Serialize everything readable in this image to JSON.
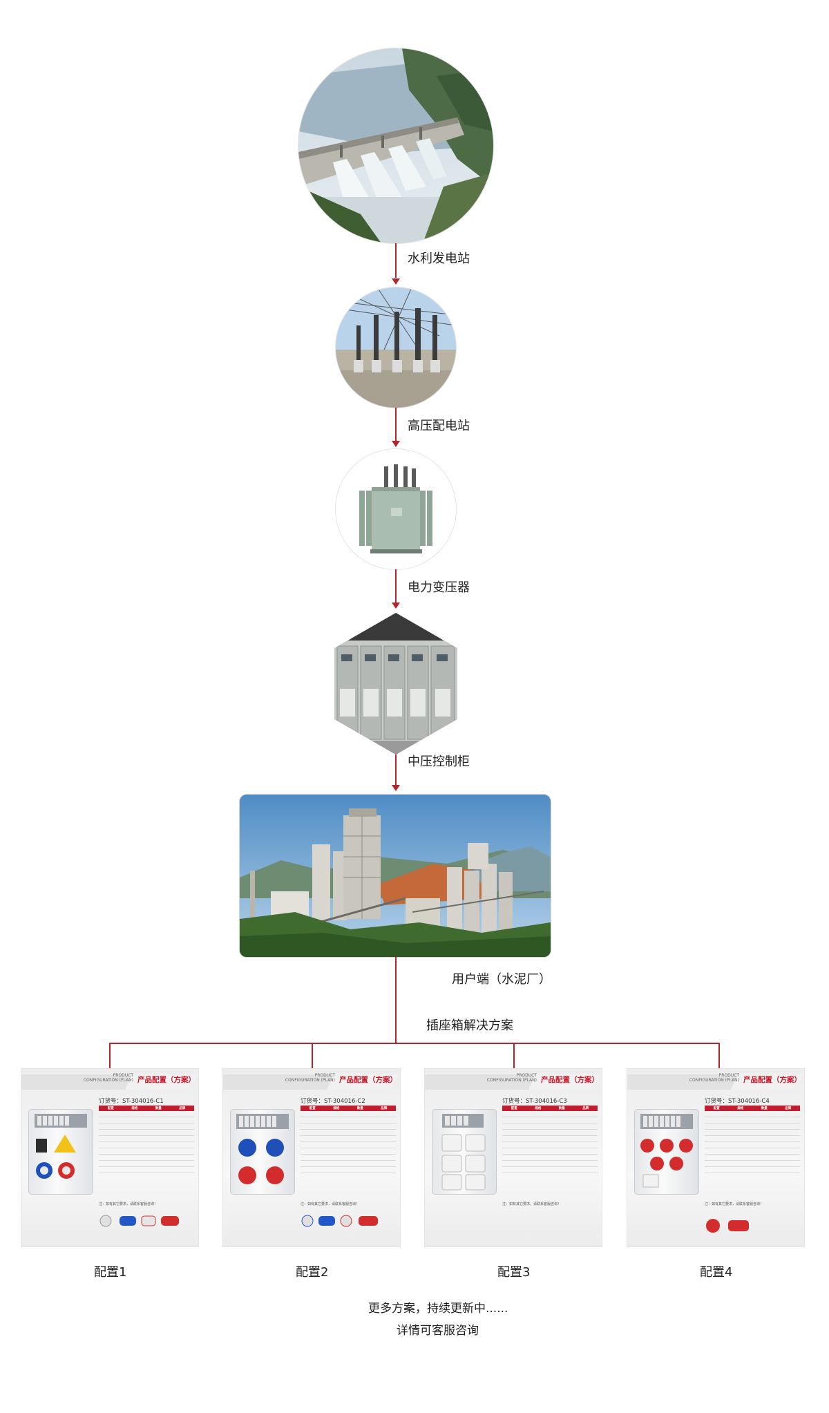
{
  "flow": {
    "stage1": "水利发电站",
    "stage2": "高压配电站",
    "stage3": "电力变压器",
    "stage4": "中压控制柜",
    "stage5": "用户端（水泥厂）",
    "solution": "插座箱解决方案"
  },
  "configs": [
    {
      "label": "配置1",
      "order": "订货号：ST-304016-C1"
    },
    {
      "label": "配置2",
      "order": "订货号：ST-304016-C2"
    },
    {
      "label": "配置3",
      "order": "订货号：ST-304016-C3"
    },
    {
      "label": "配置4",
      "order": "订货号：ST-304016-C4"
    }
  ],
  "card_common": {
    "en_line1": "PRODUCT",
    "en_line2": "CONFIGURATION (PLAN)",
    "cn_title": "产品配置（方案）",
    "col_config": "配置",
    "col_spec": "规格",
    "col_qty": "数量",
    "col_brand": "品牌",
    "note": "注：如有其它要求，请联系客服咨询！"
  },
  "footer": {
    "line1": "更多方案，持续更新中......",
    "line2": "详情可客服咨询"
  },
  "colors": {
    "accent_red": "#b3242b",
    "brand_red": "#c01e2e"
  }
}
